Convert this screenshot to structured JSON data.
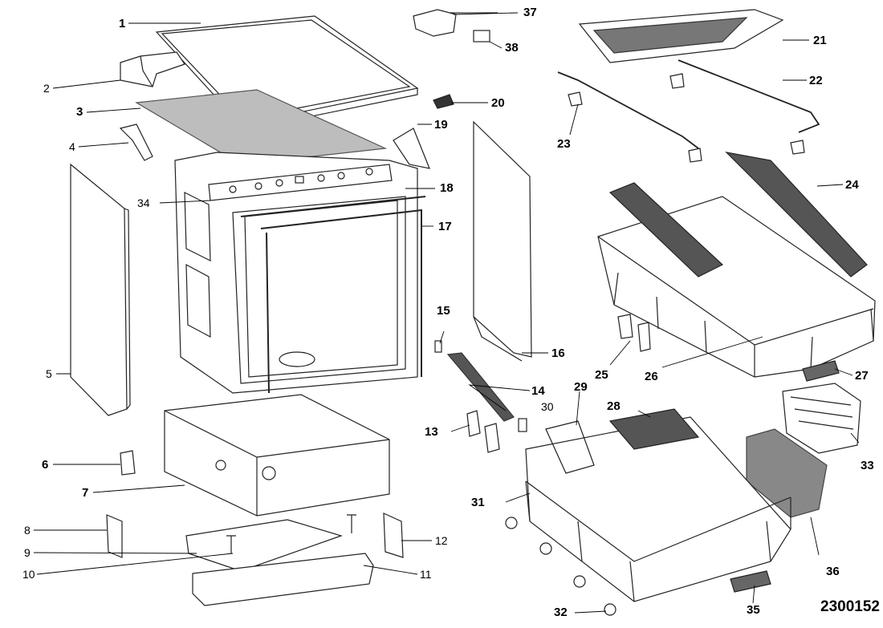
{
  "diagram": {
    "drawing_code": "2300152",
    "callouts": {
      "c1": "1",
      "c2": "2",
      "c3": "3",
      "c4": "4",
      "c5": "5",
      "c6": "6",
      "c7": "7",
      "c8": "8",
      "c9": "9",
      "c10": "10",
      "c11": "11",
      "c12": "12",
      "c13": "13",
      "c14": "14",
      "c15": "15",
      "c16": "16",
      "c17": "17",
      "c18": "18",
      "c19": "19",
      "c20": "20",
      "c21": "21",
      "c22": "22",
      "c23": "23",
      "c24": "24",
      "c25": "25",
      "c26": "26",
      "c27": "27",
      "c28": "28",
      "c29": "29",
      "c30": "30",
      "c31": "31",
      "c32": "32",
      "c33": "33",
      "c34": "34",
      "c35": "35",
      "c36": "36",
      "c37": "37",
      "c38": "38"
    }
  }
}
